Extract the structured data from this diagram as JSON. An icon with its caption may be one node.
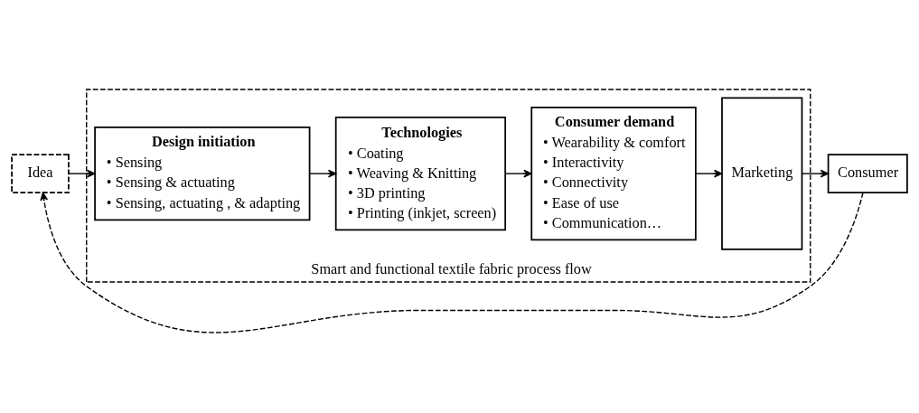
{
  "diagram": {
    "nodes": [
      {
        "text": [
          "Smart and functional textile fabric process flow"
        ]
      },
      {
        "text": [
          "Design initiation",
          "• Sensing",
          "• Sensing & actuating",
          "• Sensing, actuating , & adapting"
        ],
        "in": 0
      },
      {
        "text": [
          "Technologies",
          "• Coating",
          "• Weaving & Knitting",
          "• 3D printing",
          "• Printing (inkjet, screen)"
        ],
        "in": 0
      },
      {
        "text": [
          "Consumer demand",
          "• Wearability & comfort",
          "• Interactivity",
          "• Connectivity",
          "• Ease of use",
          "• Communication…"
        ],
        "in": 0
      },
      {
        "text": [
          "Marketing"
        ],
        "in": 0
      },
      {
        "text": [
          "Idea"
        ]
      },
      {
        "text": [
          "Consumer"
        ]
      }
    ],
    "edges": [
      {
        "from": 1,
        "to": 2,
        "arrow": "to"
      },
      {
        "from": 2,
        "to": 3,
        "arrow": "to"
      },
      {
        "from": 3,
        "to": 4,
        "arrow": "to"
      },
      {
        "from": 4,
        "to": 6,
        "arrow": "to"
      },
      {
        "from": 6,
        "to": 5,
        "arrow": "to",
        "style": "dashed"
      },
      {
        "from": 5,
        "to": 1,
        "arrow": "to"
      }
    ]
  }
}
